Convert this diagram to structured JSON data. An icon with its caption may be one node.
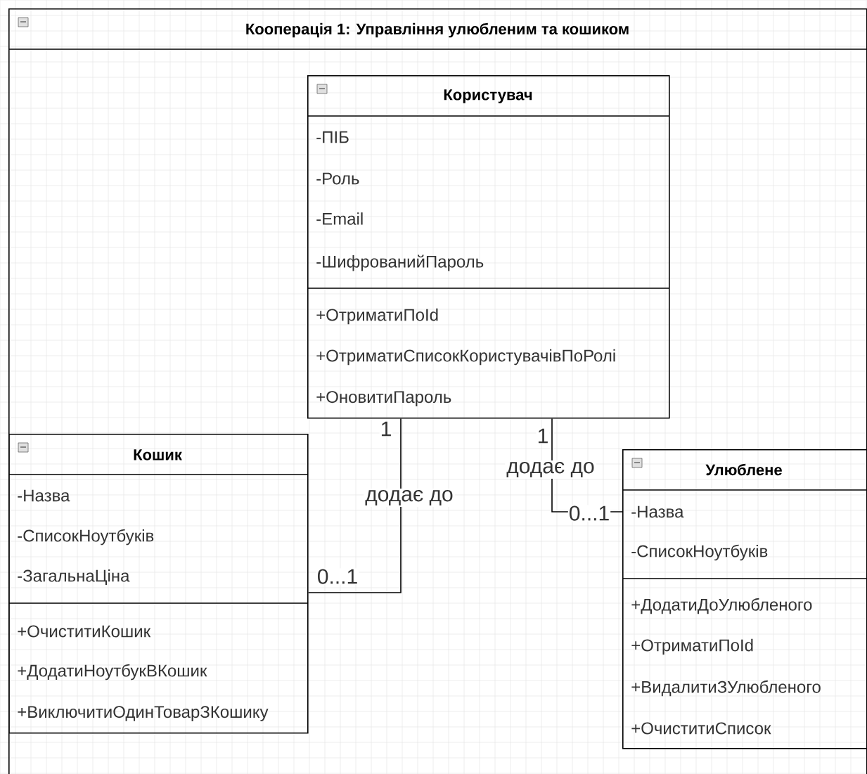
{
  "diagram": {
    "nodes": [
      {
        "text": [
          "Кооперація 1:  Управління улюбленим та кошиком"
        ]
      },
      {
        "text": [
          "Користувач",
          "-ПІБ",
          "-Роль",
          "-Email",
          "-ШифрованийПароль",
          "+ОтриматиПоId",
          "+ОтриматиСписокКористувачівПоРолі",
          "+ОновитиПароль"
        ],
        "in": 0
      },
      {
        "text": [
          "Кошик",
          "-Назва",
          "-СписокНоутбуків",
          "-ЗагальнаЦіна",
          "+ОчиститиКошик",
          "+ДодатиНоутбукВКошик",
          "+ВиключитиОдинТоварЗКошику"
        ],
        "in": 0
      },
      {
        "text": [
          "Улюблене",
          "-Назва",
          "-СписокНоутбуків",
          "+ДодатиДоУлюбленого",
          "+ОтриматиПоId",
          "+ВидалитиЗУлюбленого",
          "+ОчиститиСписок"
        ],
        "in": 0
      }
    ],
    "edges": [
      {
        "from": 1,
        "to": 2,
        "arrow": "none",
        "label": "додає до"
      },
      {
        "from": 1,
        "to": 3,
        "arrow": "none",
        "label": "додає до"
      }
    ],
    "labels": [
      "1",
      "0...1",
      "1",
      "0...1"
    ]
  }
}
